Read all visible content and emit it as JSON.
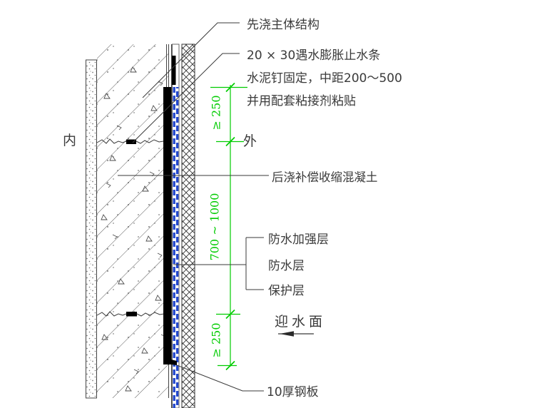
{
  "drawing": {
    "type": "construction-detail",
    "side_labels": {
      "inside": "内",
      "outside": "外"
    },
    "callouts": {
      "first_cast_structure": "先浇主体结构",
      "waterstop_line1": "20 × 30遇水膨胀止水条",
      "waterstop_line2": "水泥钉固定，中距200～500",
      "waterstop_line3": "并用配套粘接剂粘贴",
      "post_cast_concrete": "后浇补偿收缩混凝土",
      "reinforcement_layer": "防水加强层",
      "waterproof_layer": "防水层",
      "protection_layer": "保护层",
      "water_facing_side": "迎水面",
      "steel_plate": "10厚钢板"
    },
    "dimensions": {
      "top_extension": "≥ 250",
      "post_cast_width": "700 ~ 1000",
      "bottom_extension": "≥ 250"
    },
    "colors": {
      "dimension_green": "#00cc00",
      "membrane_blue": "#2247cc",
      "line_dark": "#3a3a3a"
    }
  }
}
